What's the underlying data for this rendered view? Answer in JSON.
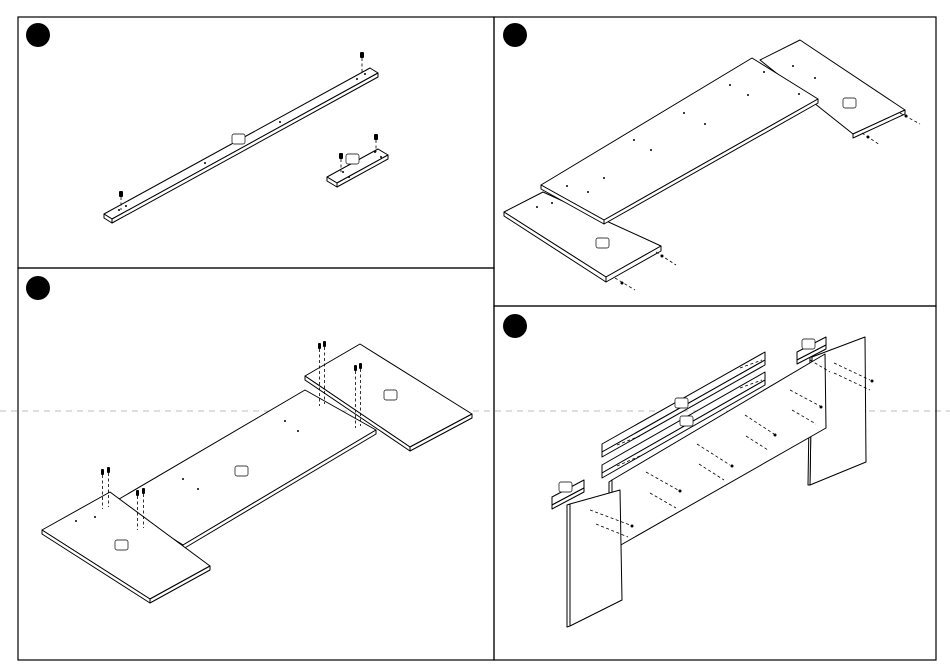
{
  "steps": [
    {
      "id": 1,
      "badge": "",
      "parts": [
        "long-rail",
        "short-rail"
      ]
    },
    {
      "id": 2,
      "badge": "",
      "parts": [
        "center-top-panel",
        "right-top-panel",
        "left-top-panel"
      ]
    },
    {
      "id": 3,
      "badge": "",
      "parts": [
        "center-top-panel",
        "right-top-panel",
        "left-top-panel"
      ]
    },
    {
      "id": 4,
      "badge": "",
      "parts": [
        "short-rail-left",
        "long-rail-upper",
        "long-rail-lower",
        "short-rail-right",
        "front-panel",
        "left-leg-panel",
        "right-leg-panel"
      ]
    }
  ],
  "part_labels": {
    "s1_long": "",
    "s1_short": "",
    "s2_center": "",
    "s2_right": "",
    "s2_left": "",
    "s3_center": "",
    "s3_right": "",
    "s3_left": "",
    "s4_rail_upper": "",
    "s4_rail_lower": "",
    "s4_short_left": "",
    "s4_short_right": ""
  },
  "colors": {
    "line": "#000000",
    "background": "#ffffff",
    "fold_line": "#bdbdbd"
  }
}
